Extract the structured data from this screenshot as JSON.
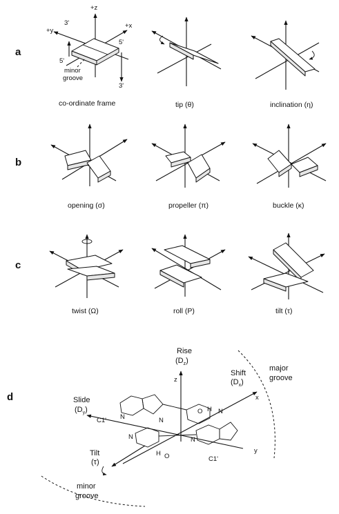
{
  "figure": {
    "row_labels": {
      "a": "a",
      "b": "b",
      "c": "c",
      "d": "d"
    },
    "panel_a": {
      "captions": [
        "co-ordinate frame",
        "tip (θ)",
        "inclination (η)"
      ],
      "frame_labels": {
        "plus_z": "+z",
        "plus_x": "+x",
        "plus_y": "+y",
        "three_prime_top": "3'",
        "five_prime_right": "5'",
        "five_prime_left": "5'",
        "three_prime_bottom": "3'",
        "minor": "minor",
        "groove": "groove"
      }
    },
    "panel_b": {
      "captions": [
        "opening (σ)",
        "propeller (π)",
        "buckle (κ)"
      ]
    },
    "panel_c": {
      "captions": [
        "twist (Ω)",
        "roll (P)",
        "tilt (τ)"
      ]
    },
    "panel_d": {
      "rise": "Rise",
      "rise_sub": "(D",
      "rise_idx": "z",
      "rise_close": ")",
      "shift": "Shift",
      "shift_sub": "(D",
      "shift_idx": "x",
      "shift_close": ")",
      "slide": "Slide",
      "slide_sub": "(D",
      "slide_idx": "y",
      "slide_close": ")",
      "tilt": "Tilt",
      "tilt_sub": "(τ)",
      "axis_z": "z",
      "axis_x": "x",
      "axis_y": "y",
      "major": "major",
      "major_groove": "groove",
      "minor": "minor",
      "minor_groove": "groove",
      "atom_O1": "O",
      "atom_H1": "H",
      "atom_N1": "N",
      "atom_N2": "N",
      "atom_N3": "N",
      "atom_H2": "H",
      "atom_O2": "O",
      "atom_N4": "N",
      "atom_N5": "N",
      "atom_C1": "C1'",
      "atom_C2": "C1'"
    }
  }
}
